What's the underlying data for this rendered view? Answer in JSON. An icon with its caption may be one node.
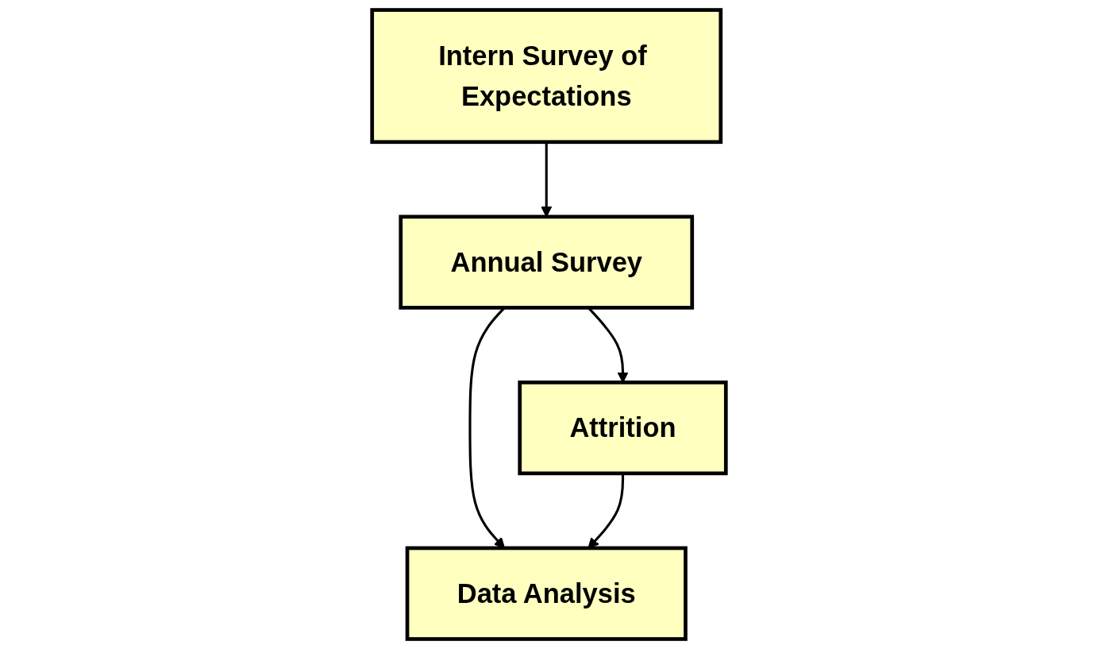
{
  "diagram": {
    "nodes": [
      {
        "text": [
          "Intern Survey of Expectations"
        ]
      },
      {
        "text": [
          "Annual Survey"
        ]
      },
      {
        "text": [
          "Attrition"
        ]
      },
      {
        "text": [
          "Data Analysis"
        ]
      }
    ],
    "edges": [
      {
        "from": 0,
        "to": 1,
        "arrow": "to"
      },
      {
        "from": 1,
        "to": 2,
        "arrow": "to"
      },
      {
        "from": 1,
        "to": 3,
        "arrow": "to"
      },
      {
        "from": 2,
        "to": 3,
        "arrow": "to"
      }
    ]
  }
}
